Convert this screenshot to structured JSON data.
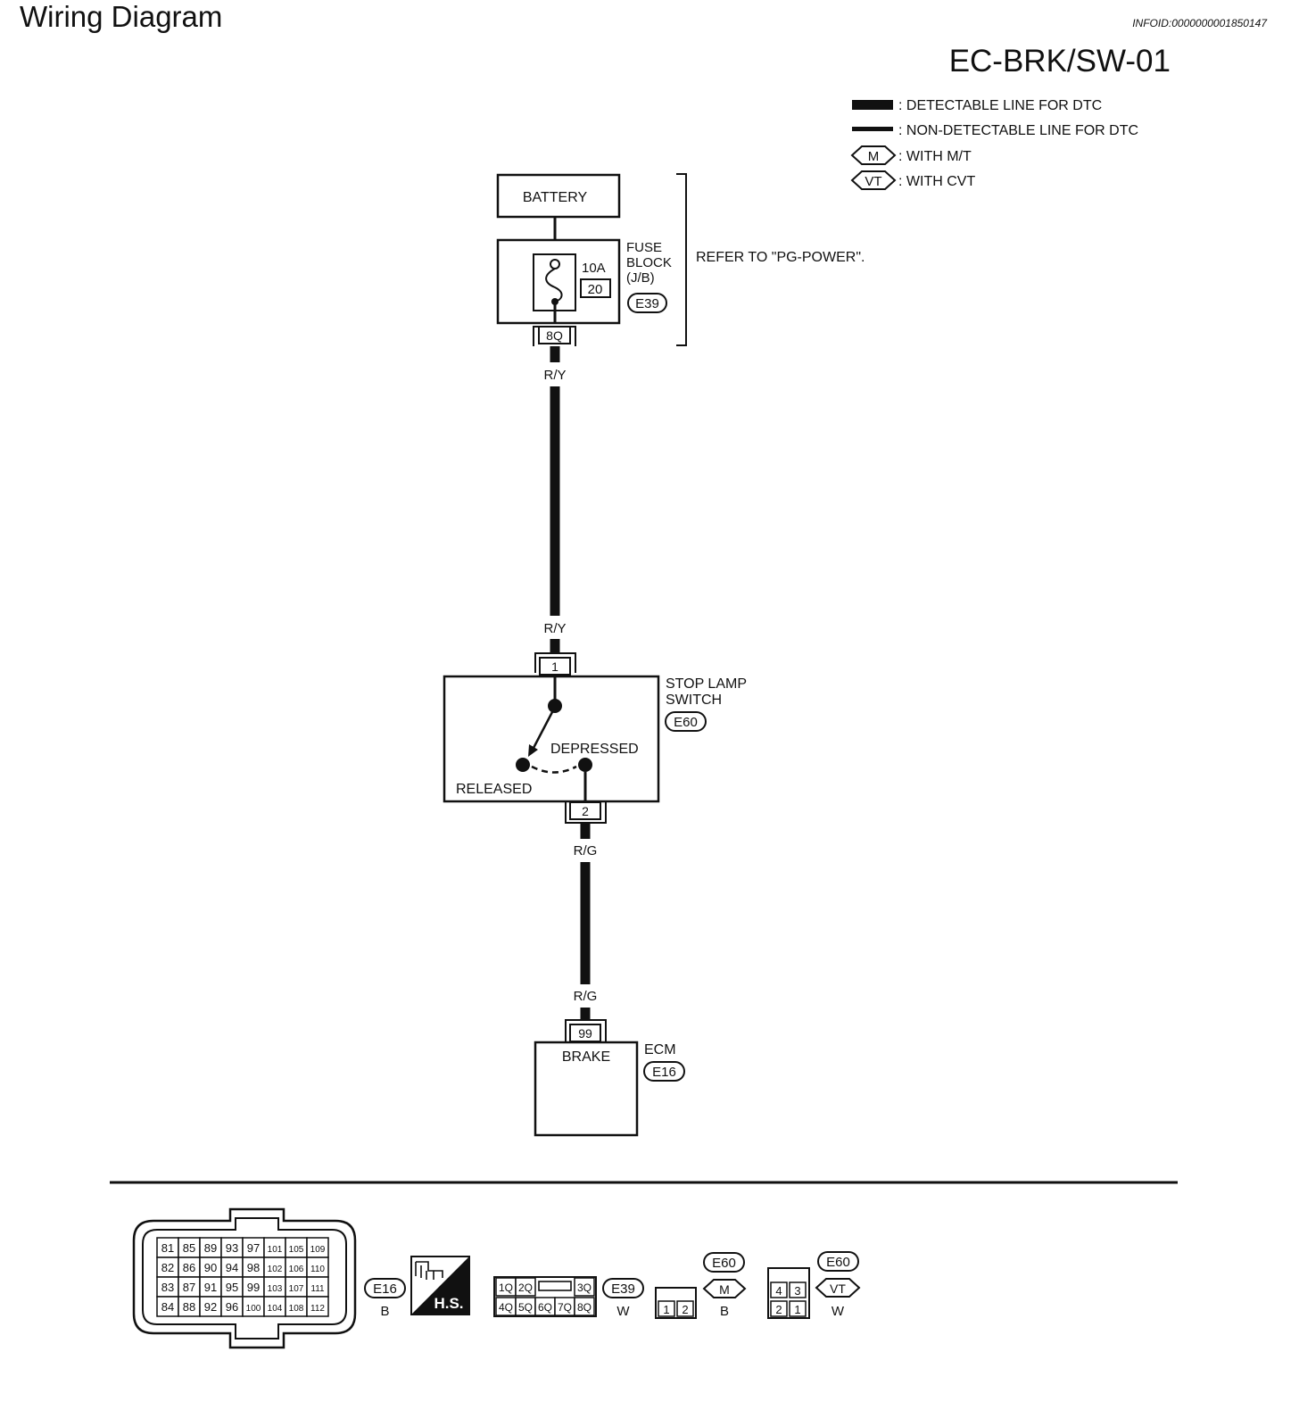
{
  "header": {
    "title": "Wiring Diagram",
    "info_id": "INFOID:0000000001850147",
    "diagram_code": "EC-BRK/SW-01"
  },
  "legend": {
    "detectable": ": DETECTABLE LINE FOR DTC",
    "non_detectable": ": NON-DETECTABLE LINE FOR DTC",
    "mt_symbol": "M",
    "mt_text": ": WITH M/T",
    "cvt_symbol": "VT",
    "cvt_text": ": WITH CVT"
  },
  "battery": {
    "label": "BATTERY"
  },
  "fuse_block": {
    "rating": "10A",
    "fuse_no": "20",
    "name_line1": "FUSE",
    "name_line2": "BLOCK",
    "name_line3": "(J/B)",
    "connector": "E39",
    "terminal": "8Q"
  },
  "refer_note": "REFER TO \"PG-POWER\".",
  "wires": {
    "w1_top": "R/Y",
    "w1_bottom": "R/Y",
    "w2_top": "R/G",
    "w2_bottom": "R/G"
  },
  "stop_lamp_switch": {
    "name_line1": "STOP LAMP",
    "name_line2": "SWITCH",
    "connector": "E60",
    "terminal_in": "1",
    "terminal_out": "2",
    "depressed": "DEPRESSED",
    "released": "RELEASED"
  },
  "ecm": {
    "name": "ECM",
    "connector": "E16",
    "terminal": "99",
    "pin_label": "BRAKE"
  },
  "connectors_footer": {
    "e16": {
      "id": "E16",
      "color": "B",
      "rows": [
        [
          "81",
          "85",
          "89",
          "93",
          "97",
          "101",
          "105",
          "109"
        ],
        [
          "82",
          "86",
          "90",
          "94",
          "98",
          "102",
          "106",
          "110"
        ],
        [
          "83",
          "87",
          "91",
          "95",
          "99",
          "103",
          "107",
          "111"
        ],
        [
          "84",
          "88",
          "92",
          "96",
          "100",
          "104",
          "108",
          "112"
        ]
      ]
    },
    "hs_label": "H.S.",
    "e39": {
      "id": "E39",
      "color": "W",
      "top": [
        "1Q",
        "2Q",
        "",
        "3Q"
      ],
      "bottom": [
        "4Q",
        "5Q",
        "6Q",
        "7Q",
        "8Q"
      ]
    },
    "e60_mt": {
      "id": "E60",
      "symbol": "M",
      "color": "B",
      "pins": [
        "1",
        "2"
      ]
    },
    "e60_cvt": {
      "id": "E60",
      "symbol": "VT",
      "color": "W",
      "top": [
        "4",
        "3"
      ],
      "bottom": [
        "2",
        "1"
      ]
    }
  }
}
